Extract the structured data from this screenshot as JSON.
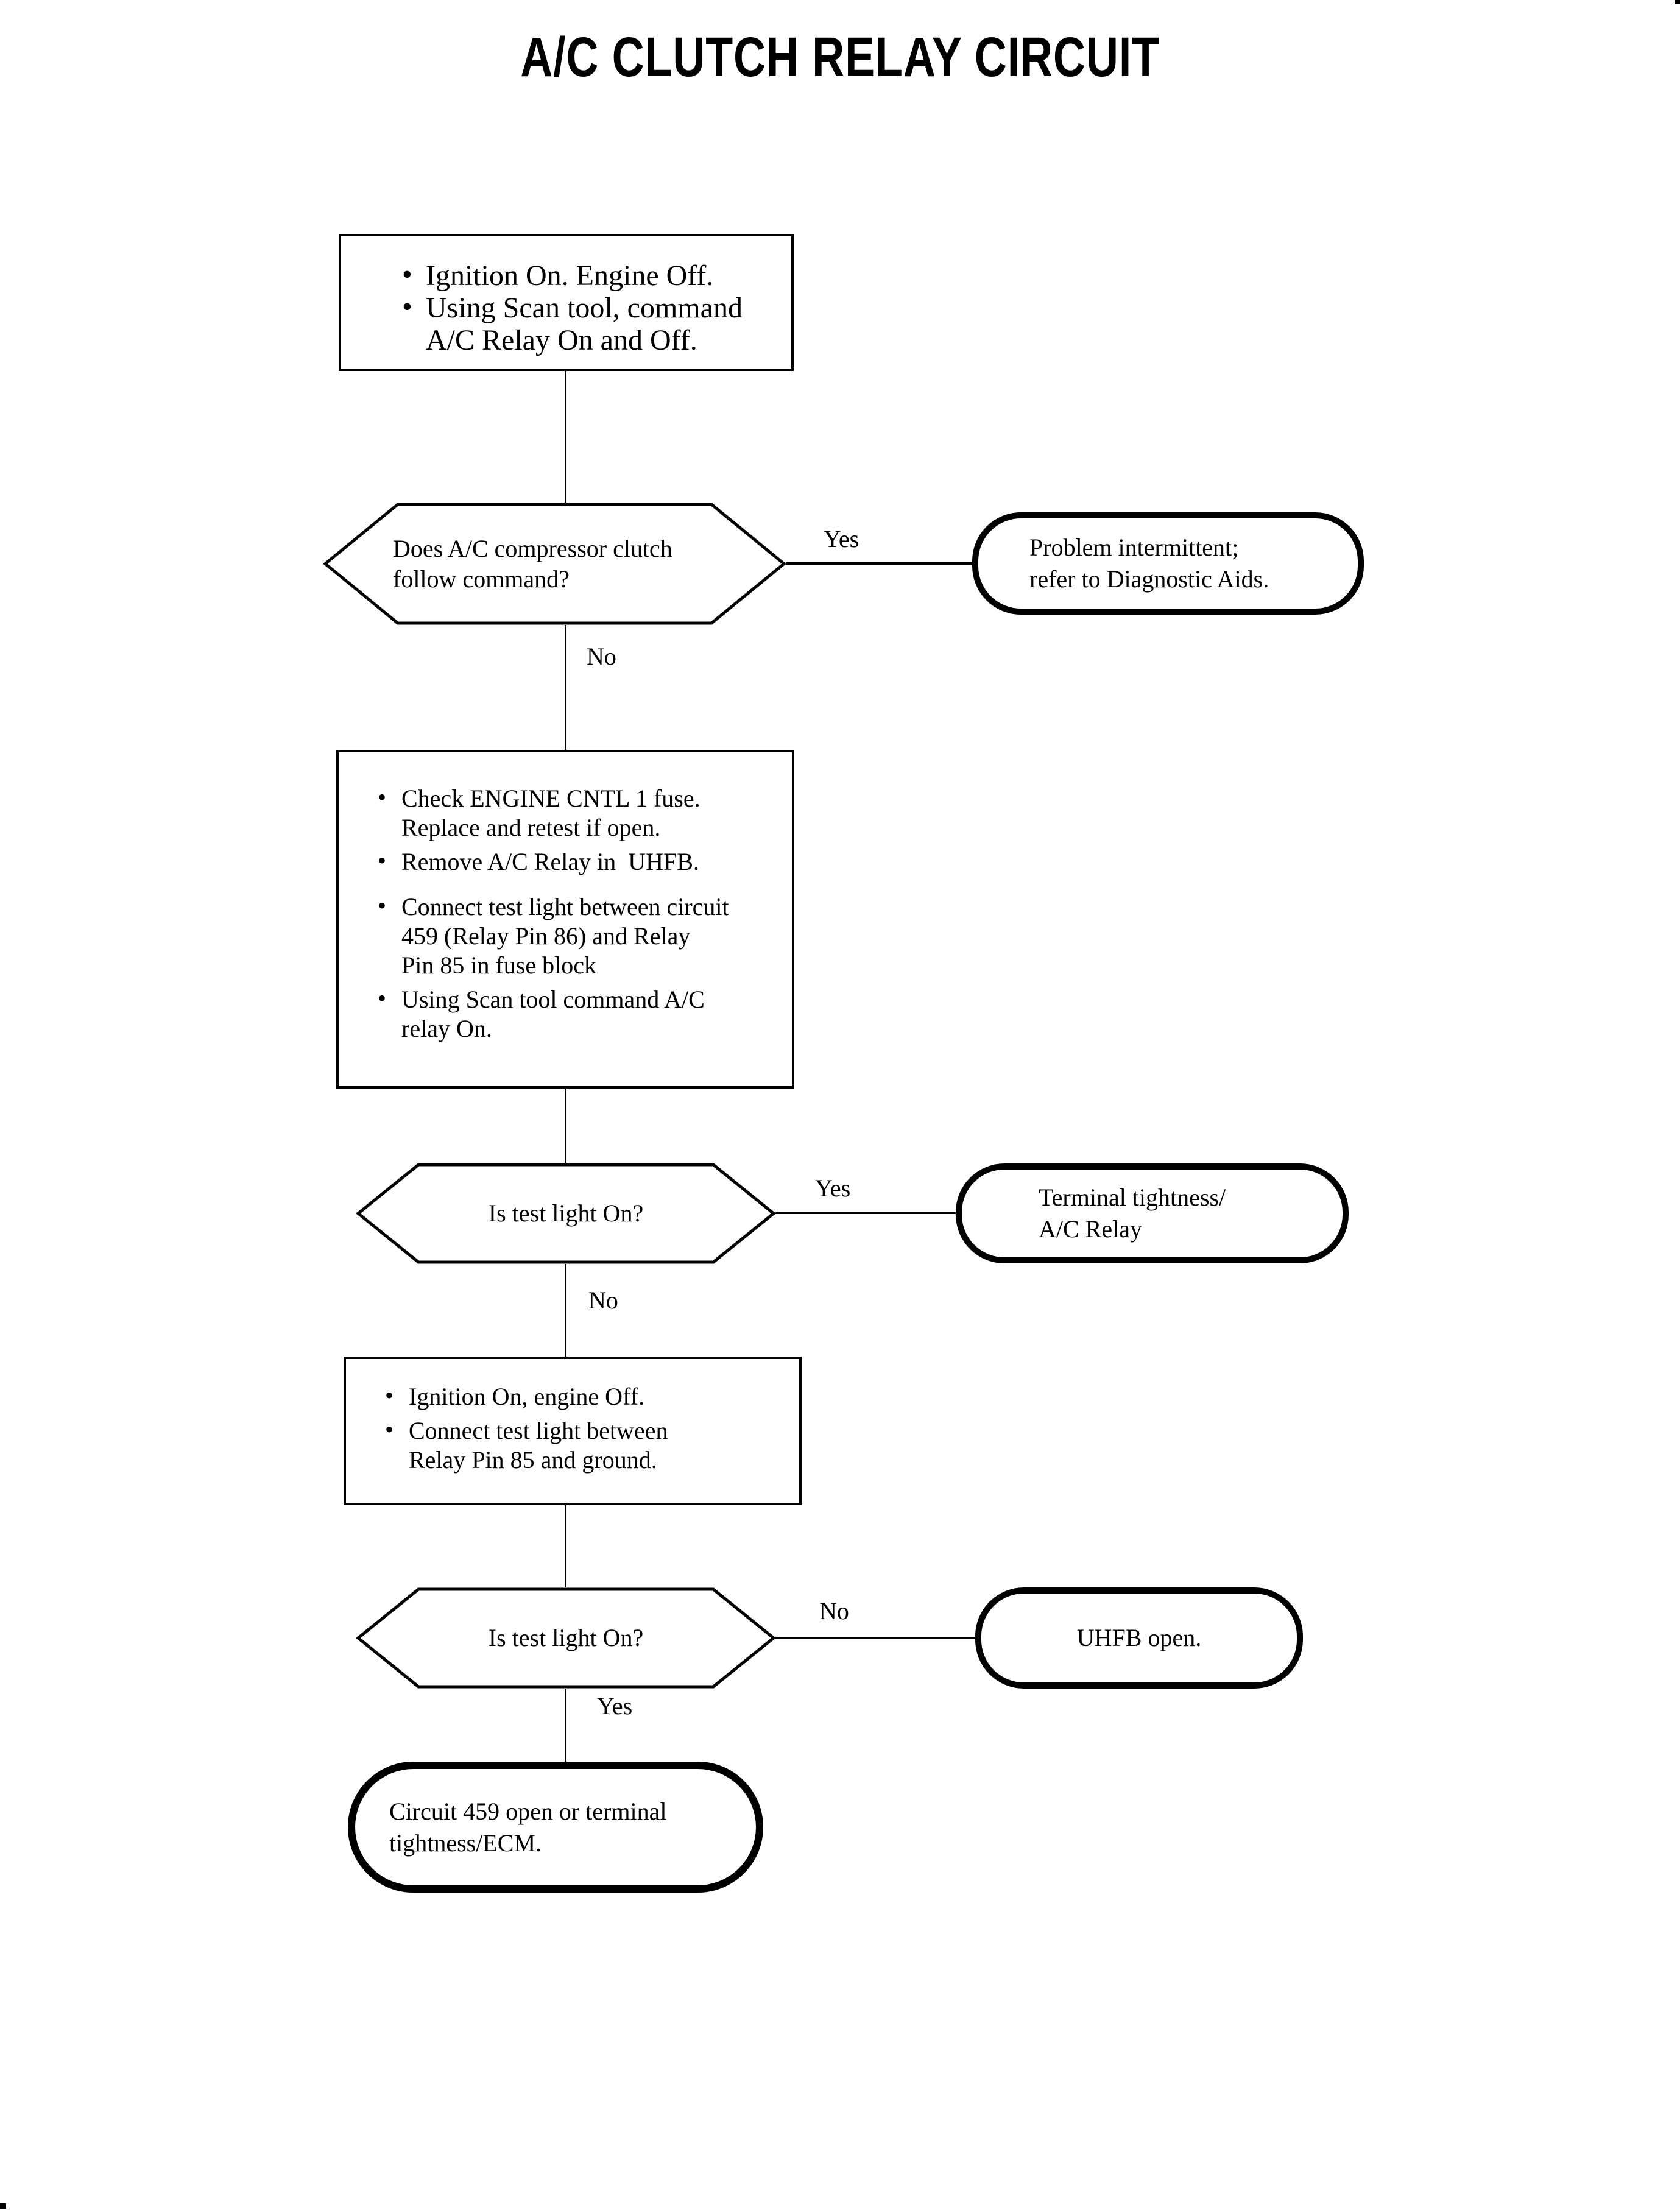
{
  "title": "A/C CLUTCH RELAY CIRCUIT",
  "flow": {
    "step1": {
      "bullets": [
        "Ignition On. Engine Off.",
        "Using Scan tool, command\nA/C Relay On and Off."
      ]
    },
    "decision1": {
      "question": "Does A/C compressor clutch\nfollow command?",
      "yes_label": "Yes",
      "no_label": "No"
    },
    "outcome1": "Problem intermittent;\nrefer to Diagnostic Aids.",
    "step2": {
      "bullets": [
        "Check ENGINE CNTL 1 fuse.\nReplace and retest if open.",
        "Remove A/C Relay in  UHFB.",
        "Connect test light between circuit\n459 (Relay Pin 86) and Relay\nPin 85 in fuse block",
        "Using Scan tool command A/C\nrelay On."
      ]
    },
    "decision2": {
      "question": "Is test light On?",
      "yes_label": "Yes",
      "no_label": "No"
    },
    "outcome2": "Terminal tightness/\nA/C Relay",
    "step3": {
      "bullets": [
        "Ignition On, engine Off.",
        "Connect test light between\nRelay Pin 85 and ground."
      ]
    },
    "decision3": {
      "question": "Is test light On?",
      "yes_label": "Yes",
      "no_label": "No"
    },
    "outcome3": "UHFB open.",
    "outcome_final": "Circuit 459 open or terminal\ntightness/ECM."
  }
}
